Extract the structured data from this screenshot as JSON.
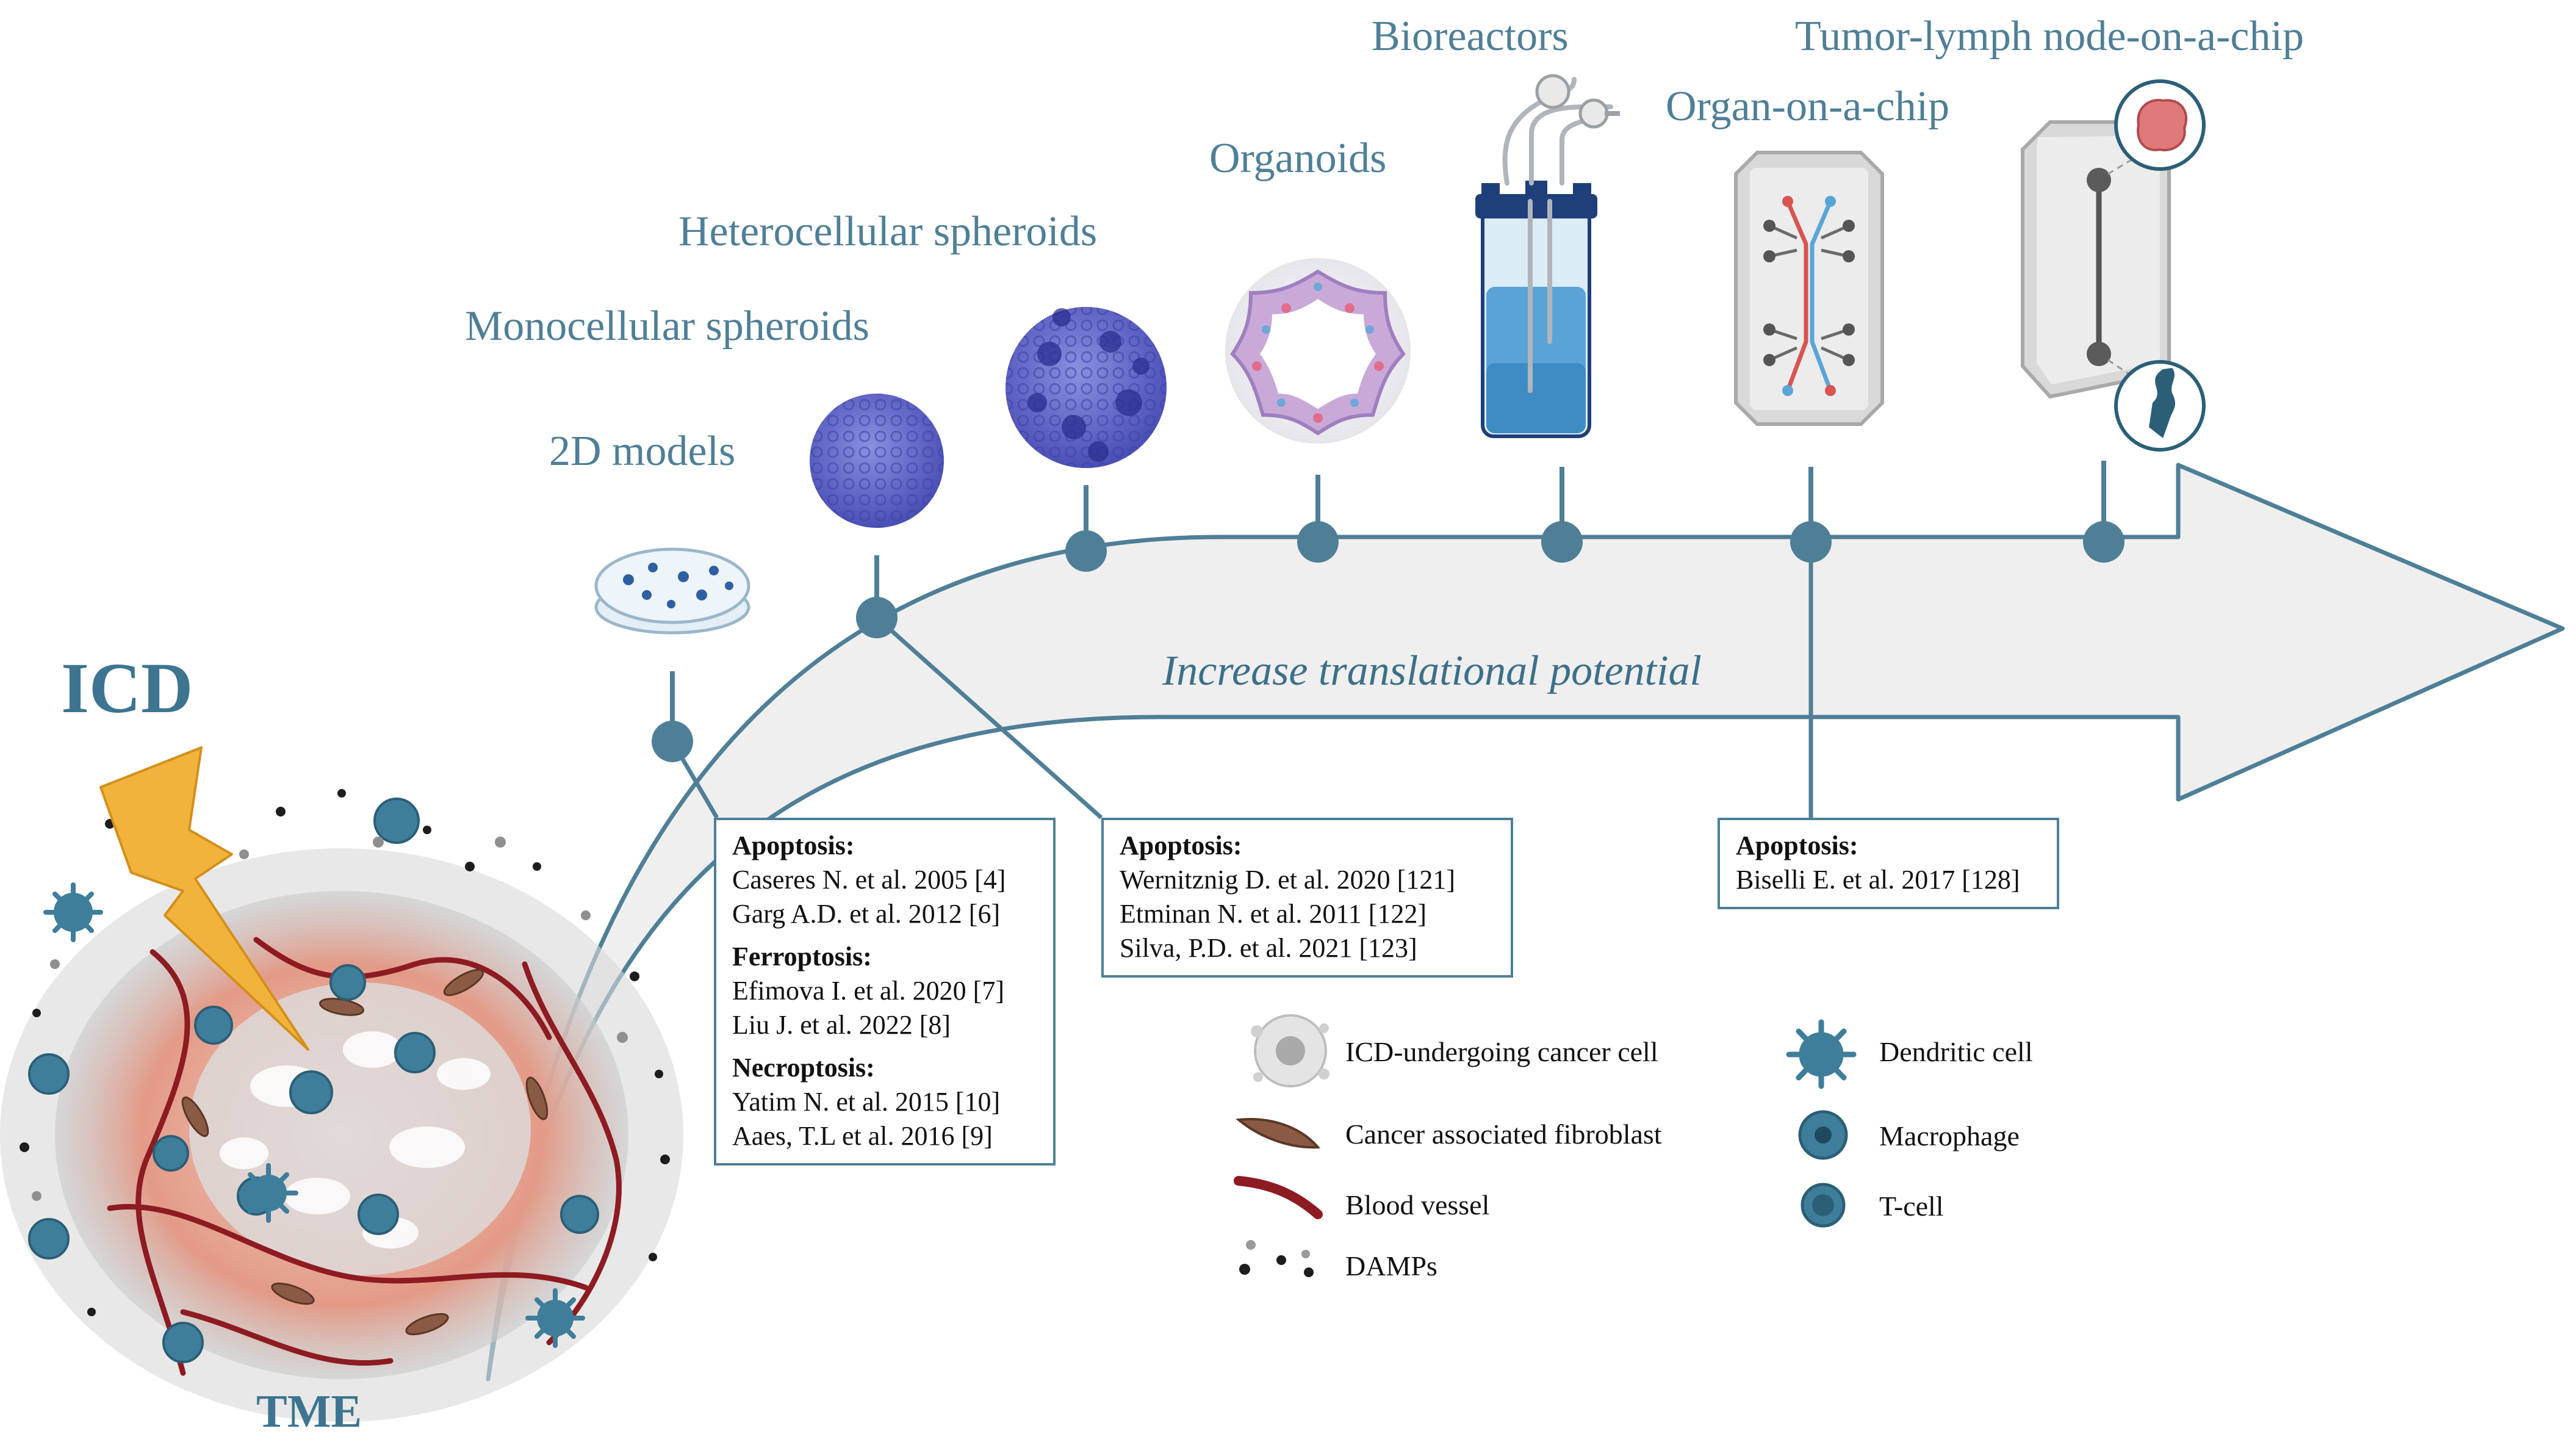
{
  "title": "ICD",
  "tme_label": "TME",
  "arrow_caption": "Increase translational potential",
  "stages": [
    {
      "label": "2D models"
    },
    {
      "label": "Monocellular spheroids"
    },
    {
      "label": "Heterocellular spheroids"
    },
    {
      "label": "Organoids"
    },
    {
      "label": "Bioreactors"
    },
    {
      "label": "Organ-on-a-chip"
    },
    {
      "label": "Tumor-lymph node-on-a-chip"
    }
  ],
  "ref_boxes": [
    {
      "groups": [
        {
          "heading": "Apoptosis:",
          "refs": [
            "Caseres N. et al. 2005 [4]",
            "Garg A.D. et al. 2012 [6]"
          ]
        },
        {
          "heading": "Ferroptosis:",
          "refs": [
            "Efimova I. et al. 2020 [7]",
            "Liu J. et al. 2022 [8]"
          ]
        },
        {
          "heading": "Necroptosis:",
          "refs": [
            "Yatim N. et al. 2015 [10]",
            "Aaes, T.L et al. 2016 [9]"
          ]
        }
      ]
    },
    {
      "groups": [
        {
          "heading": "Apoptosis:",
          "refs": [
            "Wernitznig D. et al. 2020 [121]",
            "Etminan N. et al. 2011 [122]",
            "Silva, P.D. et al. 2021 [123]"
          ]
        }
      ]
    },
    {
      "groups": [
        {
          "heading": "Apoptosis:",
          "refs": [
            "Biselli E. et al. 2017 [128]"
          ]
        }
      ]
    }
  ],
  "legend": [
    {
      "label": "ICD-undergoing cancer cell",
      "icon": "icd-cancer-cell-icon"
    },
    {
      "label": "Cancer associated fibroblast",
      "icon": "fibroblast-icon"
    },
    {
      "label": "Blood vessel",
      "icon": "blood-vessel-icon"
    },
    {
      "label": "DAMPs",
      "icon": "damps-icon"
    },
    {
      "label": "Dendritic cell",
      "icon": "dendritic-cell-icon"
    },
    {
      "label": "Macrophage",
      "icon": "macrophage-icon"
    },
    {
      "label": "T-cell",
      "icon": "t-cell-icon"
    }
  ],
  "colors": {
    "accent": "#4f7f97",
    "arrow_fill": "#efefef",
    "lightning": "#f2b33d",
    "vessel": "#8e1b22",
    "immune": "#3f7e9b",
    "tumor": "#e8a090"
  }
}
